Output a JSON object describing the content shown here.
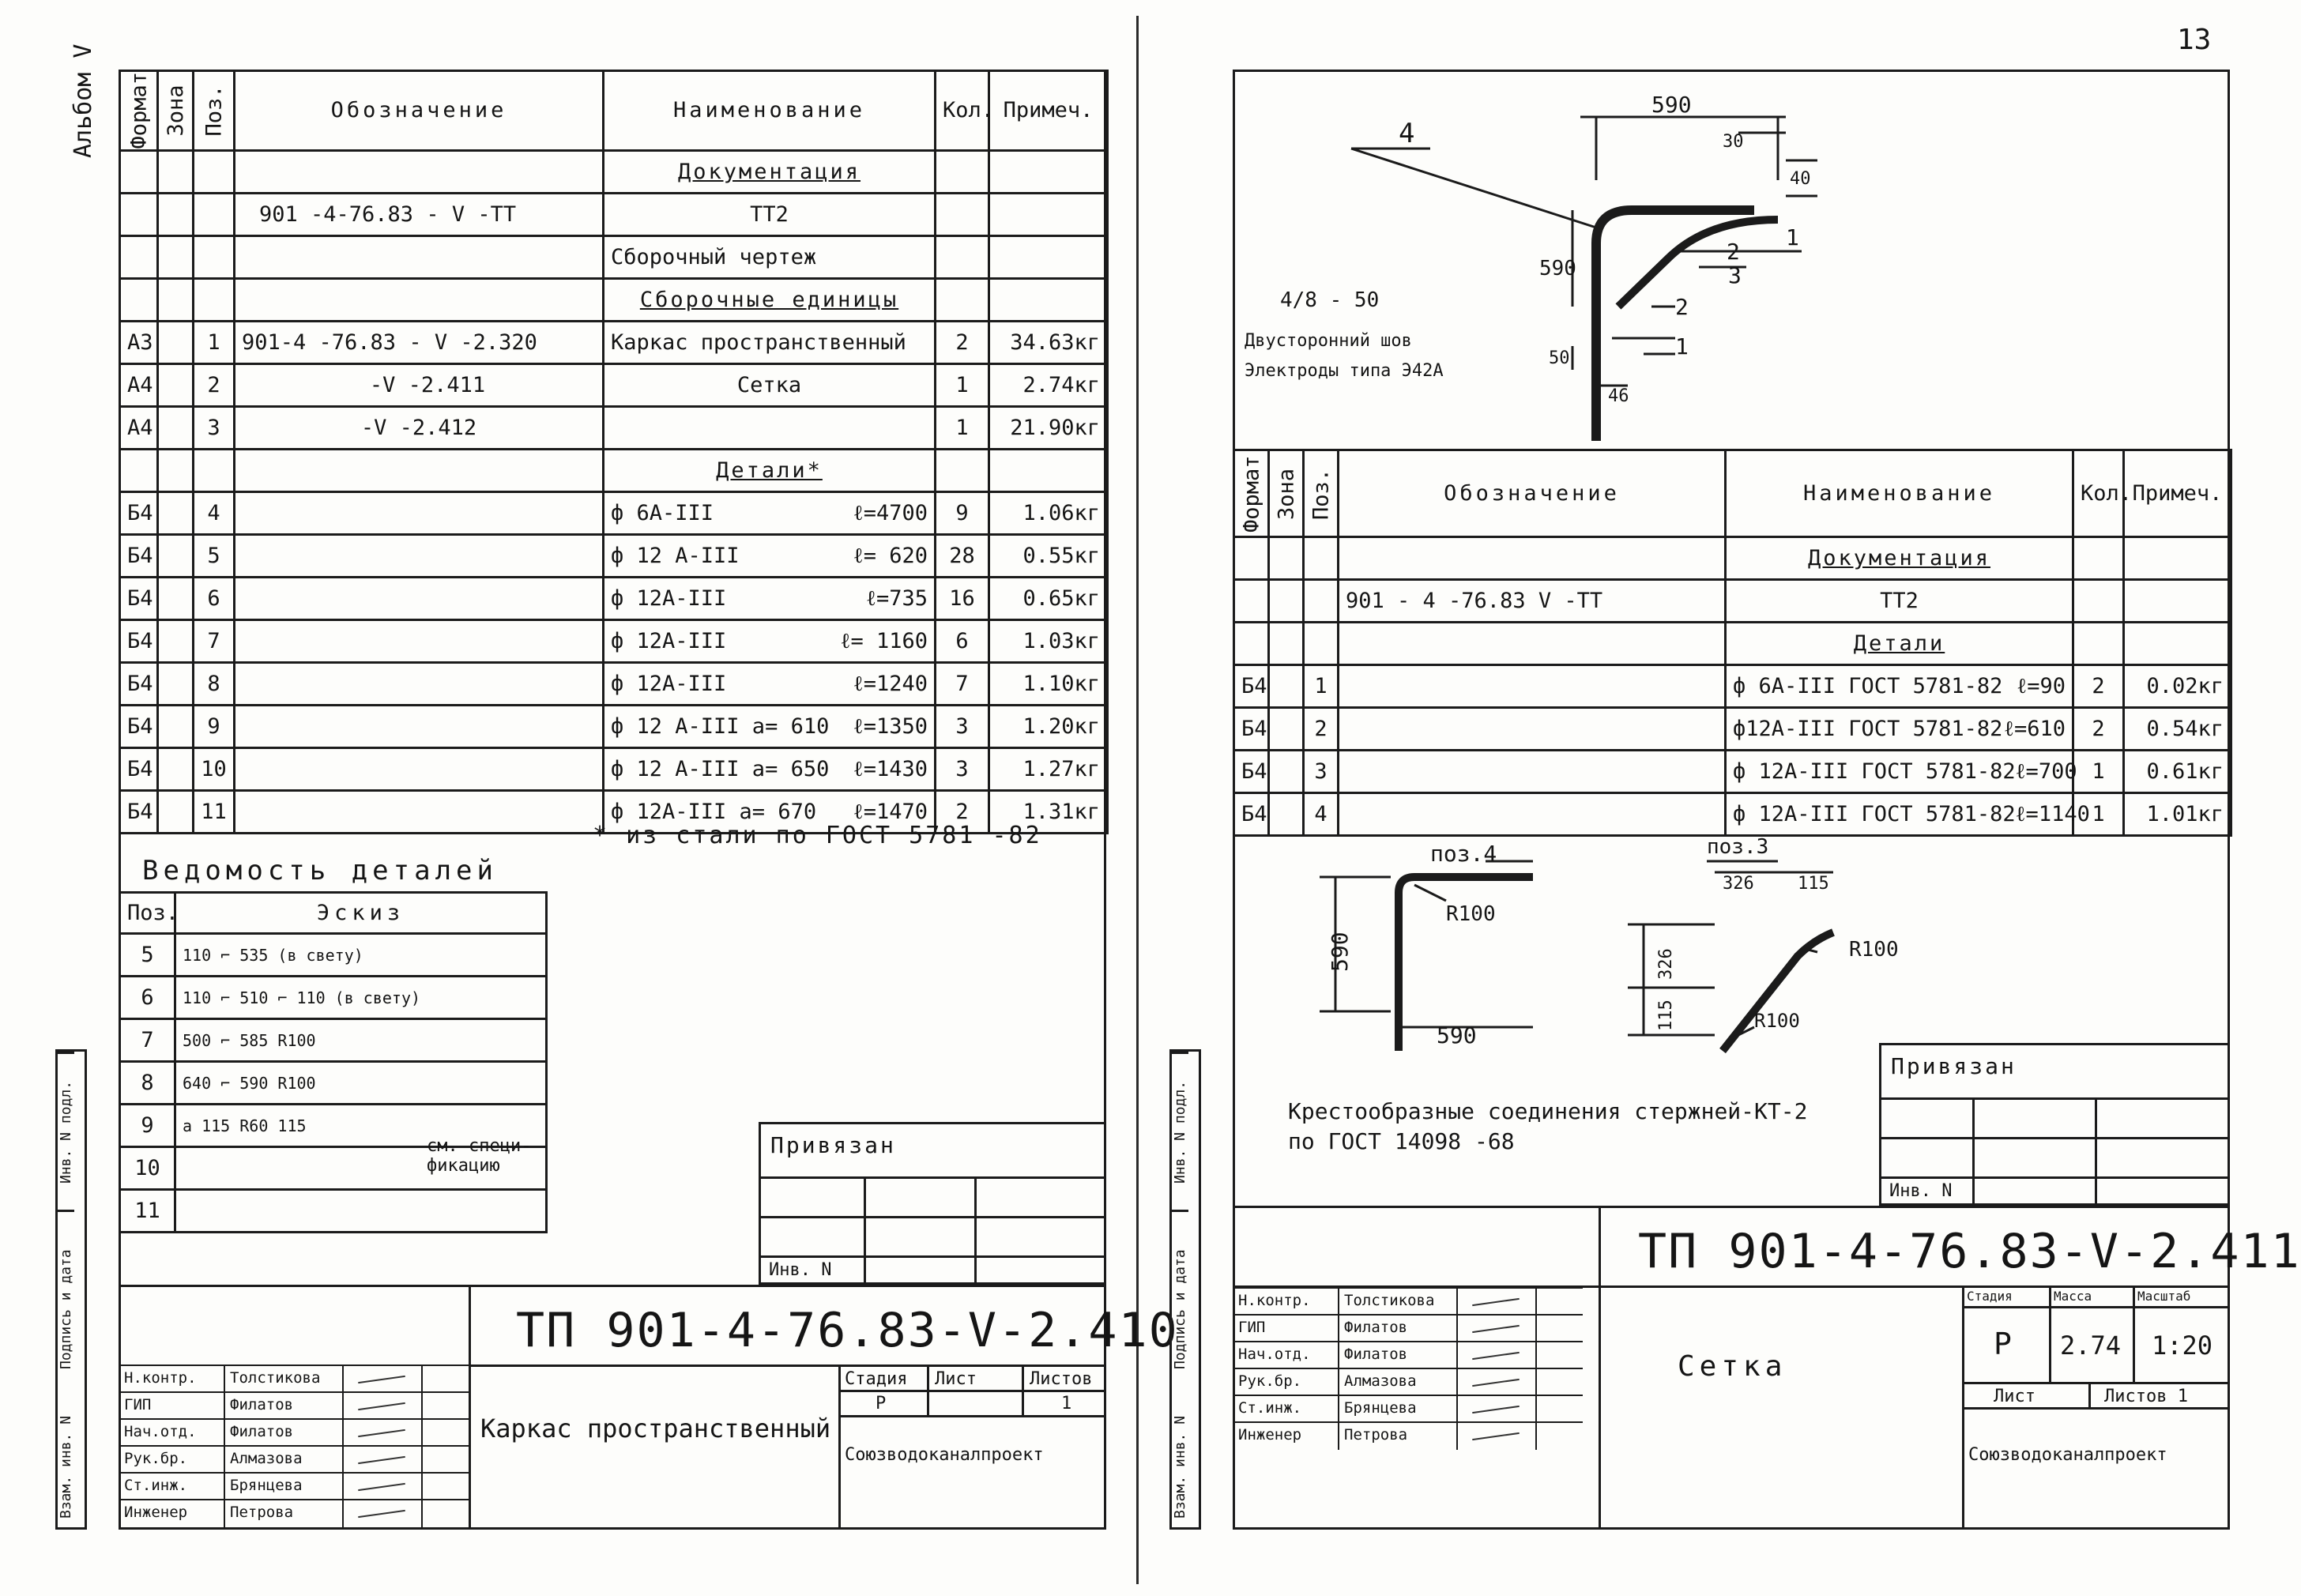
{
  "page_number": "13",
  "album_label": "Альбом V",
  "left": {
    "columns": {
      "format": "Формат",
      "zone": "Зона",
      "pos": "Поз.",
      "designation": "Обозначение",
      "name": "Наименование",
      "qty": "Кол.",
      "note": "Примеч."
    },
    "rows": [
      {
        "format": "",
        "pos": "",
        "designation": "",
        "name": "Документация",
        "qty": "",
        "note": "",
        "style": "section"
      },
      {
        "format": "",
        "pos": "",
        "designation": "901 -4-76.83 - V -TT",
        "name": "TT2",
        "qty": "",
        "note": "",
        "style": "center"
      },
      {
        "format": "",
        "pos": "",
        "designation": "",
        "name": "Сборочный чертеж",
        "qty": "",
        "note": "",
        "style": "plain"
      },
      {
        "format": "",
        "pos": "",
        "designation": "",
        "name": "Сборочные единицы",
        "qty": "",
        "note": "",
        "style": "section"
      },
      {
        "format": "А3",
        "pos": "1",
        "designation": "901-4 -76.83 - V -2.320",
        "name": "Каркас пространственный",
        "qty": "2",
        "note": "34.63кг",
        "style": "plain"
      },
      {
        "format": "А4",
        "pos": "2",
        "designation": "-V -2.411",
        "name": "Сетка",
        "qty": "1",
        "note": "2.74кг",
        "style": "center"
      },
      {
        "format": "А4",
        "pos": "3",
        "designation": "-V -2.412",
        "name": "",
        "qty": "1",
        "note": "21.90кг",
        "style": "plain"
      },
      {
        "format": "",
        "pos": "",
        "designation": "",
        "name": "Детали*",
        "qty": "",
        "note": "",
        "style": "section"
      },
      {
        "format": "Б4",
        "pos": "4",
        "designation": "",
        "name": "ф 6А-III",
        "extra": "ℓ=4700",
        "qty": "9",
        "note": "1.06кг",
        "style": "split"
      },
      {
        "format": "Б4",
        "pos": "5",
        "designation": "",
        "name": "ф 12 А-III",
        "extra": "ℓ= 620",
        "qty": "28",
        "note": "0.55кг",
        "style": "split"
      },
      {
        "format": "Б4",
        "pos": "6",
        "designation": "",
        "name": "ф 12А-III",
        "extra": "ℓ=735",
        "qty": "16",
        "note": "0.65кг",
        "style": "split"
      },
      {
        "format": "Б4",
        "pos": "7",
        "designation": "",
        "name": "ф 12А-III",
        "extra": "ℓ= 1160",
        "qty": "6",
        "note": "1.03кг",
        "style": "split"
      },
      {
        "format": "Б4",
        "pos": "8",
        "designation": "",
        "name": "ф 12А-III",
        "extra": "ℓ=1240",
        "qty": "7",
        "note": "1.10кг",
        "style": "split"
      },
      {
        "format": "Б4",
        "pos": "9",
        "designation": "",
        "name": "ф 12 А-III  а= 610",
        "extra": "ℓ=1350",
        "qty": "3",
        "note": "1.20кг",
        "style": "split"
      },
      {
        "format": "Б4",
        "pos": "10",
        "designation": "",
        "name": "ф 12 А-III  а= 650",
        "extra": "ℓ=1430",
        "qty": "3",
        "note": "1.27кг",
        "style": "split"
      },
      {
        "format": "Б4",
        "pos": "11",
        "designation": "",
        "name": "ф 12А-III  а= 670",
        "extra": "ℓ=1470",
        "qty": "2",
        "note": "1.31кг",
        "style": "split"
      }
    ],
    "footnote": "* из стали по ГОСТ 5781 -82",
    "details_title": "Ведомость деталей",
    "details_cols": {
      "pos": "Поз.",
      "sketch": "Эскиз"
    },
    "details_rows": [
      {
        "pos": "5",
        "text": "110 ⌐ 535 (в свету)"
      },
      {
        "pos": "6",
        "text": "110 ⌐ 510 ⌐ 110 (в свету)"
      },
      {
        "pos": "7",
        "text": "500 ⌐ 585 R100"
      },
      {
        "pos": "8",
        "text": "640 ⌐ 590 R100"
      },
      {
        "pos": "9",
        "text": "а  115  R60  115"
      },
      {
        "pos": "10",
        "text": ""
      },
      {
        "pos": "11",
        "text": ""
      }
    ],
    "details_note": "см. специ- фикацию",
    "privyazan": "Привязан",
    "inv": "Инв. N",
    "stamp_title": "ТП 901-4-76.83-V-2.410",
    "stamp_name": "Каркас пространственный",
    "stage_label": "Стадия",
    "sheet_label": "Лист",
    "sheets_label": "Листов",
    "stage": "Р",
    "sheet": "",
    "sheets": "1",
    "org": "Союзводоканалпроект",
    "signers": [
      {
        "role": "Н.контр.",
        "name": "Толстикова"
      },
      {
        "role": "ГИП",
        "name": "Филатов"
      },
      {
        "role": "Нач.отд.",
        "name": "Филатов"
      },
      {
        "role": "Рук.бр.",
        "name": "Алмазова"
      },
      {
        "role": "Ст.инж.",
        "name": "Брянцева"
      },
      {
        "role": "Инженер",
        "name": "Петрова"
      }
    ],
    "side_strip": [
      "Инв. N подл.",
      "Подпись и дата",
      "Взам. инв. N"
    ]
  },
  "right": {
    "drawing": {
      "label_4": "4",
      "dim_590_top": "590",
      "dim_30": "30",
      "dim_40": "40",
      "dim_590_v": "590",
      "dim_50": "50",
      "dim_46": "46",
      "callout_1": "1",
      "callout_2": "2",
      "callout_3": "3",
      "weld": "4/8 - 50",
      "weld_note1": "Двусторонний шов",
      "weld_note2": "Электроды типа Э42А"
    },
    "columns": {
      "format": "Формат",
      "zone": "Зона",
      "pos": "Поз.",
      "designation": "Обозначение",
      "name": "Наименование",
      "qty": "Кол.",
      "note": "Примеч."
    },
    "rows": [
      {
        "format": "",
        "pos": "",
        "designation": "",
        "name": "Документация",
        "qty": "",
        "note": "",
        "style": "section"
      },
      {
        "format": "",
        "pos": "",
        "designation": "901 - 4 -76.83 V -TT",
        "name": "TT2",
        "qty": "",
        "note": "",
        "style": "center"
      },
      {
        "format": "",
        "pos": "",
        "designation": "",
        "name": "Детали",
        "qty": "",
        "note": "",
        "style": "section"
      },
      {
        "format": "Б4",
        "pos": "1",
        "designation": "",
        "name": "ф 6А-III ГОСТ 5781-82",
        "extra": "ℓ=90",
        "qty": "2",
        "note": "0.02кг",
        "style": "split"
      },
      {
        "format": "Б4",
        "pos": "2",
        "designation": "",
        "name": "ф12А-III ГОСТ 5781-82",
        "extra": "ℓ=610",
        "qty": "2",
        "note": "0.54кг",
        "style": "split"
      },
      {
        "format": "Б4",
        "pos": "3",
        "designation": "",
        "name": "ф 12А-III ГОСТ 5781-82",
        "extra": "ℓ=700",
        "qty": "1",
        "note": "0.61кг",
        "style": "split"
      },
      {
        "format": "Б4",
        "pos": "4",
        "designation": "",
        "name": "ф 12А-III ГОСТ 5781-82",
        "extra": "ℓ=1140",
        "qty": "1",
        "note": "1.01кг",
        "style": "split"
      }
    ],
    "poz4": {
      "title": "поз.4",
      "r": "R100",
      "v": "590",
      "h": "590"
    },
    "poz3": {
      "title": "поз.3",
      "top": "326",
      "top2": "115",
      "r1": "R100",
      "r2": "R100",
      "v1": "326",
      "v2": "115"
    },
    "joints_note1": "Крестообразные соединения стержней-КТ-2",
    "joints_note2": "по ГОСТ 14098 -68",
    "privyazan": "Привязан",
    "inv": "Инв. N",
    "stamp_title": "ТП 901-4-76.83-V-2.411",
    "stamp_name": "Сетка",
    "stage_label": "Стадия",
    "mass_label": "Масса",
    "scale_label": "Масштаб",
    "stage": "Р",
    "mass": "2.74",
    "scale": "1:20",
    "sheet_label": "Лист",
    "sheets_label": "Листов 1",
    "org": "Союзводоканалпроект",
    "signers": [
      {
        "role": "Н.контр.",
        "name": "Толстикова"
      },
      {
        "role": "ГИП",
        "name": "Филатов"
      },
      {
        "role": "Нач.отд.",
        "name": "Филатов"
      },
      {
        "role": "Рук.бр.",
        "name": "Алмазова"
      },
      {
        "role": "Ст.инж.",
        "name": "Брянцева"
      },
      {
        "role": "Инженер",
        "name": "Петрова"
      }
    ],
    "side_strip": [
      "Инв. N подл.",
      "Подпись и дата",
      "Взам. инв. N"
    ]
  }
}
